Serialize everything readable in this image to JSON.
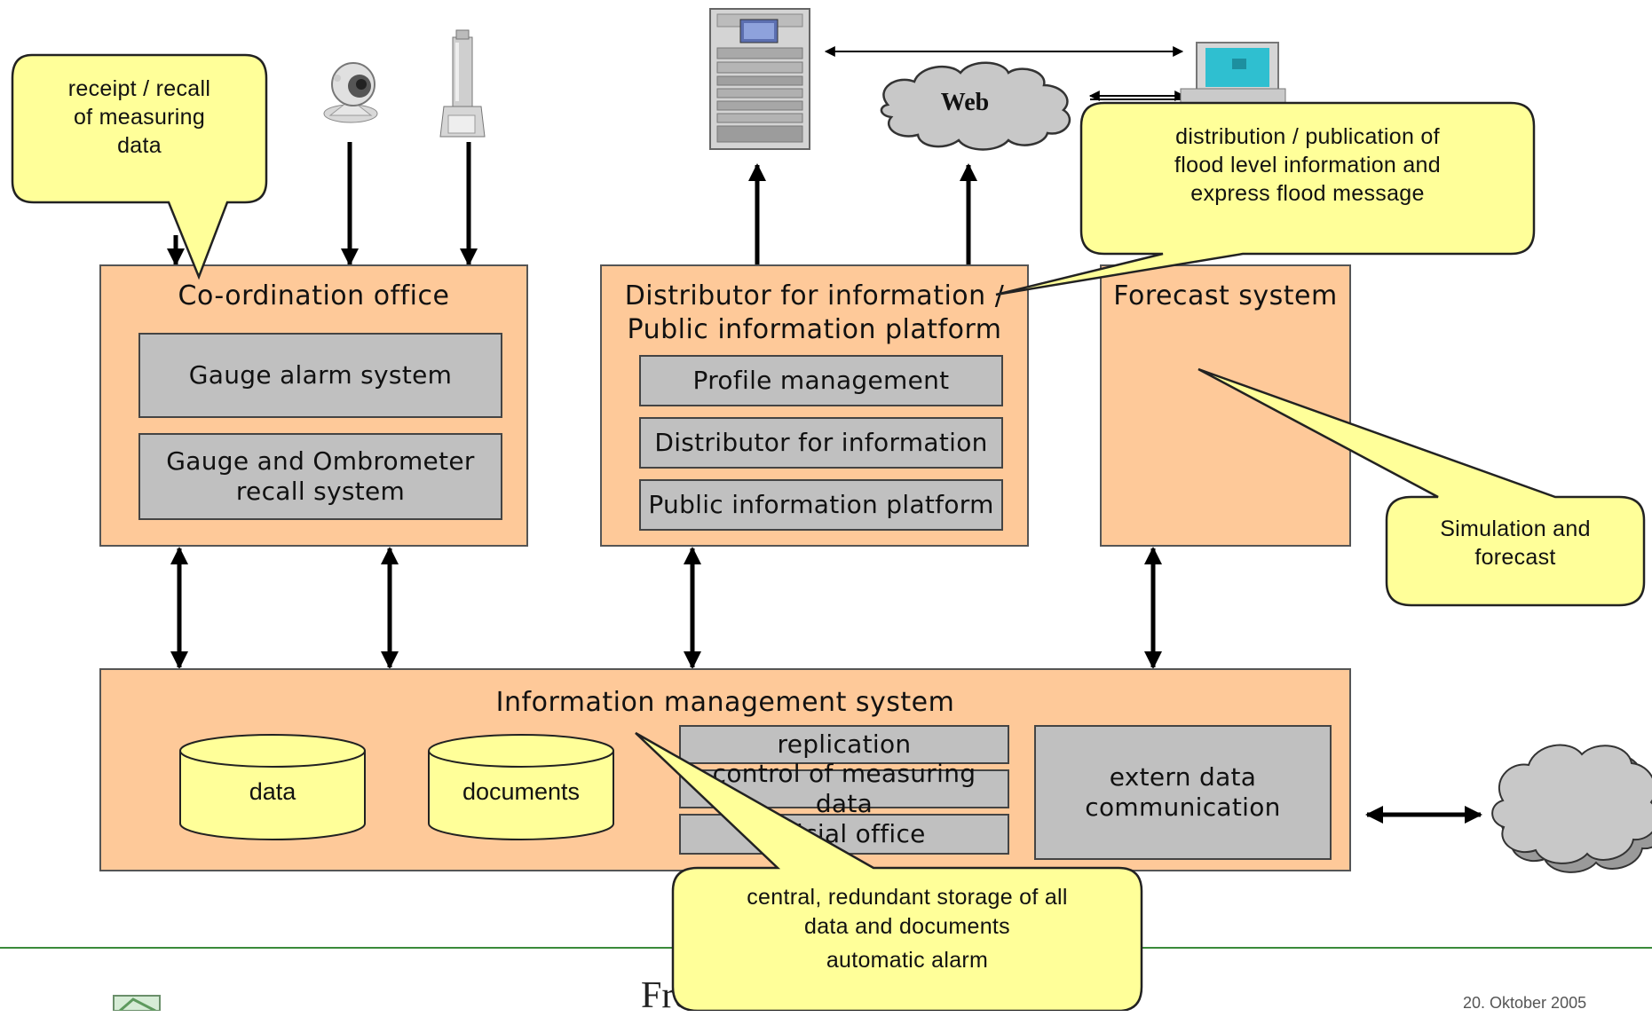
{
  "coordination_office": {
    "title": "Co-ordination office",
    "gauge_alarm": "Gauge alarm system",
    "gauge_recall_line1": "Gauge and Ombrometer",
    "gauge_recall_line2": "recall system"
  },
  "distributor": {
    "title_line1": "Distributor for information /",
    "title_line2": "Public information platform",
    "profile_management": "Profile management",
    "distributor_for_information": "Distributor for information",
    "public_information_platform": "Public information platform"
  },
  "forecast": {
    "title": "Forecast system"
  },
  "information_management": {
    "title": "Information management system",
    "cylinder_data": "data",
    "cylinder_documents": "documents",
    "replication": "replication",
    "control_measuring": "control of measuring data",
    "official_office": "official office",
    "extern_line1": "extern data",
    "extern_line2": "communication"
  },
  "web_cloud": {
    "label": "Web"
  },
  "callouts": {
    "receipt_line1": "receipt / recall",
    "receipt_line2": "of measuring",
    "receipt_line3": "data",
    "distribution_line1": "distribution / publication of",
    "distribution_line2": "flood level information and",
    "distribution_line3": "express flood message",
    "simulation_line1": "Simulation and",
    "simulation_line2": "forecast",
    "storage_line1": "central, redundant storage of all",
    "storage_line2": "data and documents",
    "storage_line3": "automatic alarm"
  },
  "footer": {
    "date": "20. Oktober 2005",
    "partial_text": "Fre"
  },
  "colors": {
    "box_fill": "#fec999",
    "module_fill": "#c0c0c0",
    "callout_fill": "#ffff99",
    "cylinder_fill": "#ffff99",
    "cloud_fill": "#c0c0c0",
    "footer_line": "#3a8a3a"
  },
  "icons": [
    "webcam-icon",
    "rain-gauge-icon",
    "server-rack-icon",
    "desktop-computer-icon",
    "web-cloud-icon",
    "external-cloud-icon",
    "logo-icon"
  ]
}
